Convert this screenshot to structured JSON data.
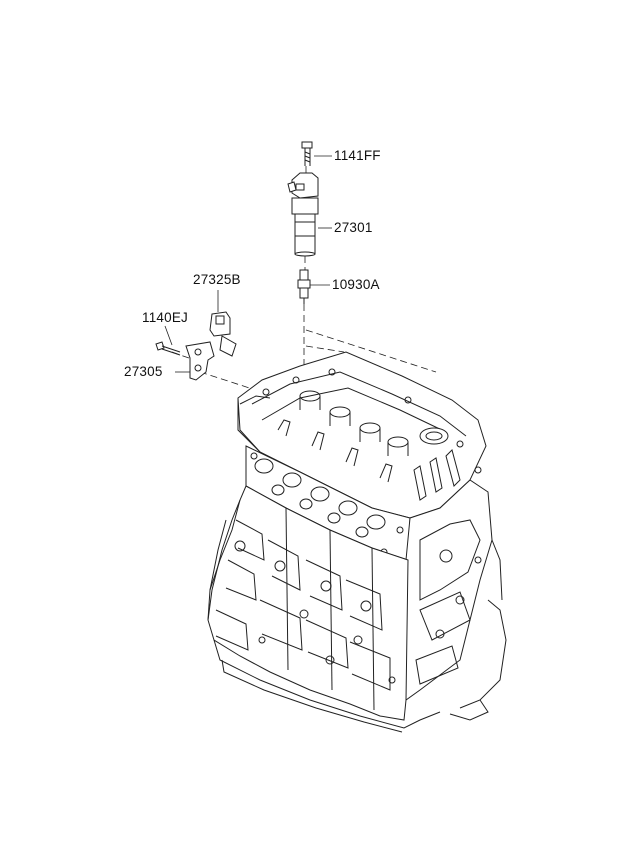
{
  "diagram": {
    "labels": {
      "bolt_top": "1141FF",
      "ignition_coil": "27301",
      "spark_plug": "10930A",
      "sensor": "27325B",
      "bracket_bolt": "1140EJ",
      "bracket": "27305"
    },
    "colors": {
      "line": "#222222",
      "background": "#ffffff"
    }
  }
}
